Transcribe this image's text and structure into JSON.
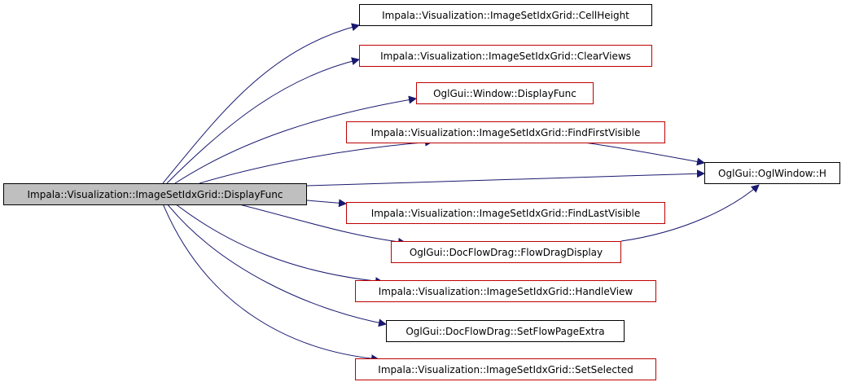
{
  "graph": {
    "colors": {
      "edge": "#191970",
      "box_border_red": "#c00000",
      "box_border_black": "#000000",
      "root_fill": "#bfbfbf"
    },
    "nodes": {
      "display_func_root": "Impala::Visualization::ImageSetIdxGrid::DisplayFunc",
      "cell_height": "Impala::Visualization::ImageSetIdxGrid::CellHeight",
      "clear_views": "Impala::Visualization::ImageSetIdxGrid::ClearViews",
      "window_display_func": "OglGui::Window::DisplayFunc",
      "find_first_visible": "Impala::Visualization::ImageSetIdxGrid::FindFirstVisible",
      "ogl_window_h": "OglGui::OglWindow::H",
      "find_last_visible": "Impala::Visualization::ImageSetIdxGrid::FindLastVisible",
      "flow_drag_display": "OglGui::DocFlowDrag::FlowDragDisplay",
      "handle_view": "Impala::Visualization::ImageSetIdxGrid::HandleView",
      "set_flow_page_extra": "OglGui::DocFlowDrag::SetFlowPageExtra",
      "set_selected": "Impala::Visualization::ImageSetIdxGrid::SetSelected"
    }
  }
}
